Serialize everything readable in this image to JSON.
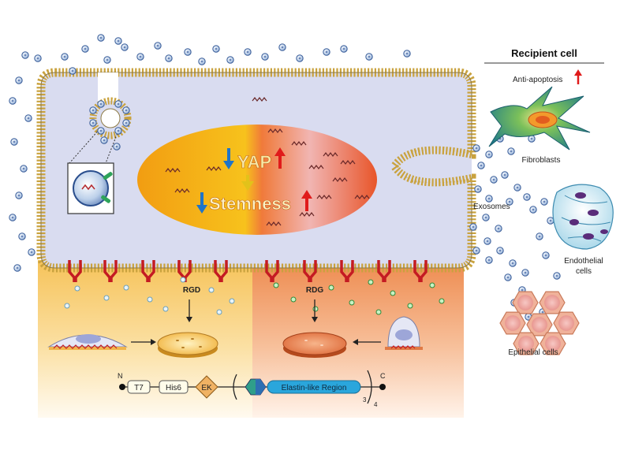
{
  "recipient": {
    "heading": "Recipient cell",
    "anti_apoptosis": "Anti-apoptosis",
    "fibroblasts": "Fibroblasts",
    "endothelial_line1": "Endothelial",
    "endothelial_line2": "cells",
    "epithelial": "Epithelial cells"
  },
  "exosomes_label": "Exosomes",
  "nucleus": {
    "yap": "YAP",
    "stemness": "Stemness"
  },
  "substrates": {
    "rgd": "RGD",
    "rdg": "RDG"
  },
  "construct": {
    "n_term": "N",
    "c_term": "C",
    "t7": "T7",
    "his6": "His6",
    "ek": "EK",
    "elastin": "Elastin-like Region",
    "sub3": "3",
    "sub4": "4"
  },
  "colors": {
    "up_arrow": "#e01b1b",
    "down_arrow": "#1f74c8",
    "receptor": "#c41b22",
    "cell_fill": "#d9dcf0",
    "nucleus_left": "#f2a216",
    "nucleus_right": "#e85a2c",
    "elastin_fill": "#2aa6dc",
    "ek_fill": "#f0b263"
  }
}
